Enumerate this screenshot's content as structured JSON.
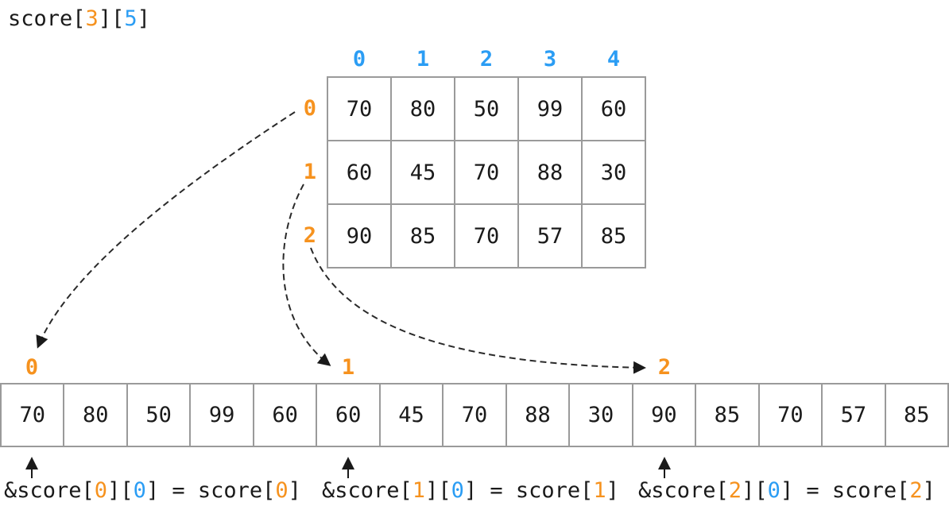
{
  "palette": {
    "orange": "#f6921e",
    "blue": "#2b9df4",
    "grid_border": "#9a9a9a",
    "text": "#1a1a1a"
  },
  "title": {
    "pre": "score[",
    "row_dim": "3",
    "mid": "][",
    "col_dim": "5",
    "end": "]"
  },
  "matrix": {
    "col_headers": [
      "0",
      "1",
      "2",
      "3",
      "4"
    ],
    "row_headers": [
      "0",
      "1",
      "2"
    ],
    "rows": [
      [
        "70",
        "80",
        "50",
        "99",
        "60"
      ],
      [
        "60",
        "45",
        "70",
        "88",
        "30"
      ],
      [
        "90",
        "85",
        "70",
        "57",
        "85"
      ]
    ]
  },
  "flat": {
    "labels": [
      "0",
      "1",
      "2"
    ],
    "cells": [
      "70",
      "80",
      "50",
      "99",
      "60",
      "60",
      "45",
      "70",
      "88",
      "30",
      "90",
      "85",
      "70",
      "57",
      "85"
    ]
  },
  "captions": [
    {
      "pre": "&score[",
      "row": "0",
      "mid": "][",
      "col": "0",
      "post": "] = score[",
      "flat": "0",
      "end": "]"
    },
    {
      "pre": "&score[",
      "row": "1",
      "mid": "][",
      "col": "0",
      "post": "] = score[",
      "flat": "1",
      "end": "]"
    },
    {
      "pre": "&score[",
      "row": "2",
      "mid": "][",
      "col": "0",
      "post": "] = score[",
      "flat": "2",
      "end": "]"
    }
  ]
}
